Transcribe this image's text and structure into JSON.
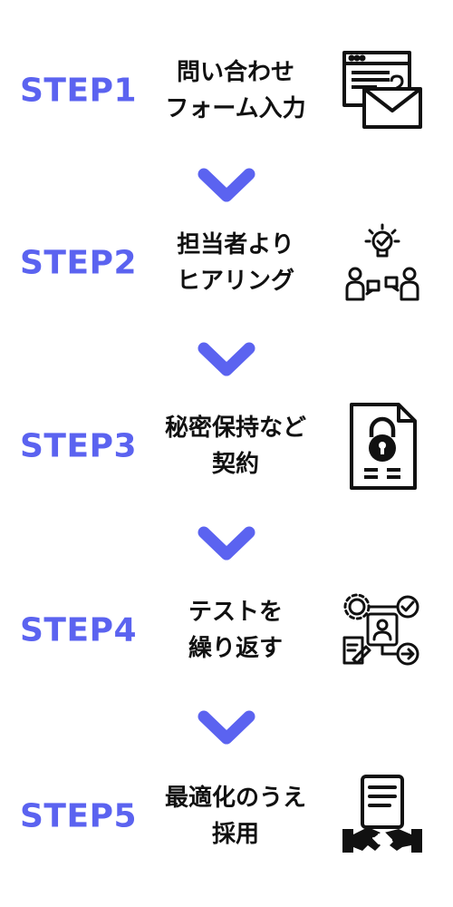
{
  "colors": {
    "accent": "#5b63f0",
    "text": "#111111",
    "background": "#ffffff"
  },
  "steps": [
    {
      "label": "STEP1",
      "line1": "問い合わせ",
      "line2": "フォーム入力",
      "icon": "browser-mail-icon"
    },
    {
      "label": "STEP2",
      "line1": "担当者より",
      "line2": "ヒアリング",
      "icon": "meeting-idea-icon"
    },
    {
      "label": "STEP3",
      "line1": "秘密保持など",
      "line2": "契約",
      "icon": "locked-document-icon"
    },
    {
      "label": "STEP4",
      "line1": "テストを",
      "line2": "繰り返す",
      "icon": "test-workflow-icon"
    },
    {
      "label": "STEP5",
      "line1": "最適化のうえ",
      "line2": "採用",
      "icon": "handshake-contract-icon"
    }
  ]
}
